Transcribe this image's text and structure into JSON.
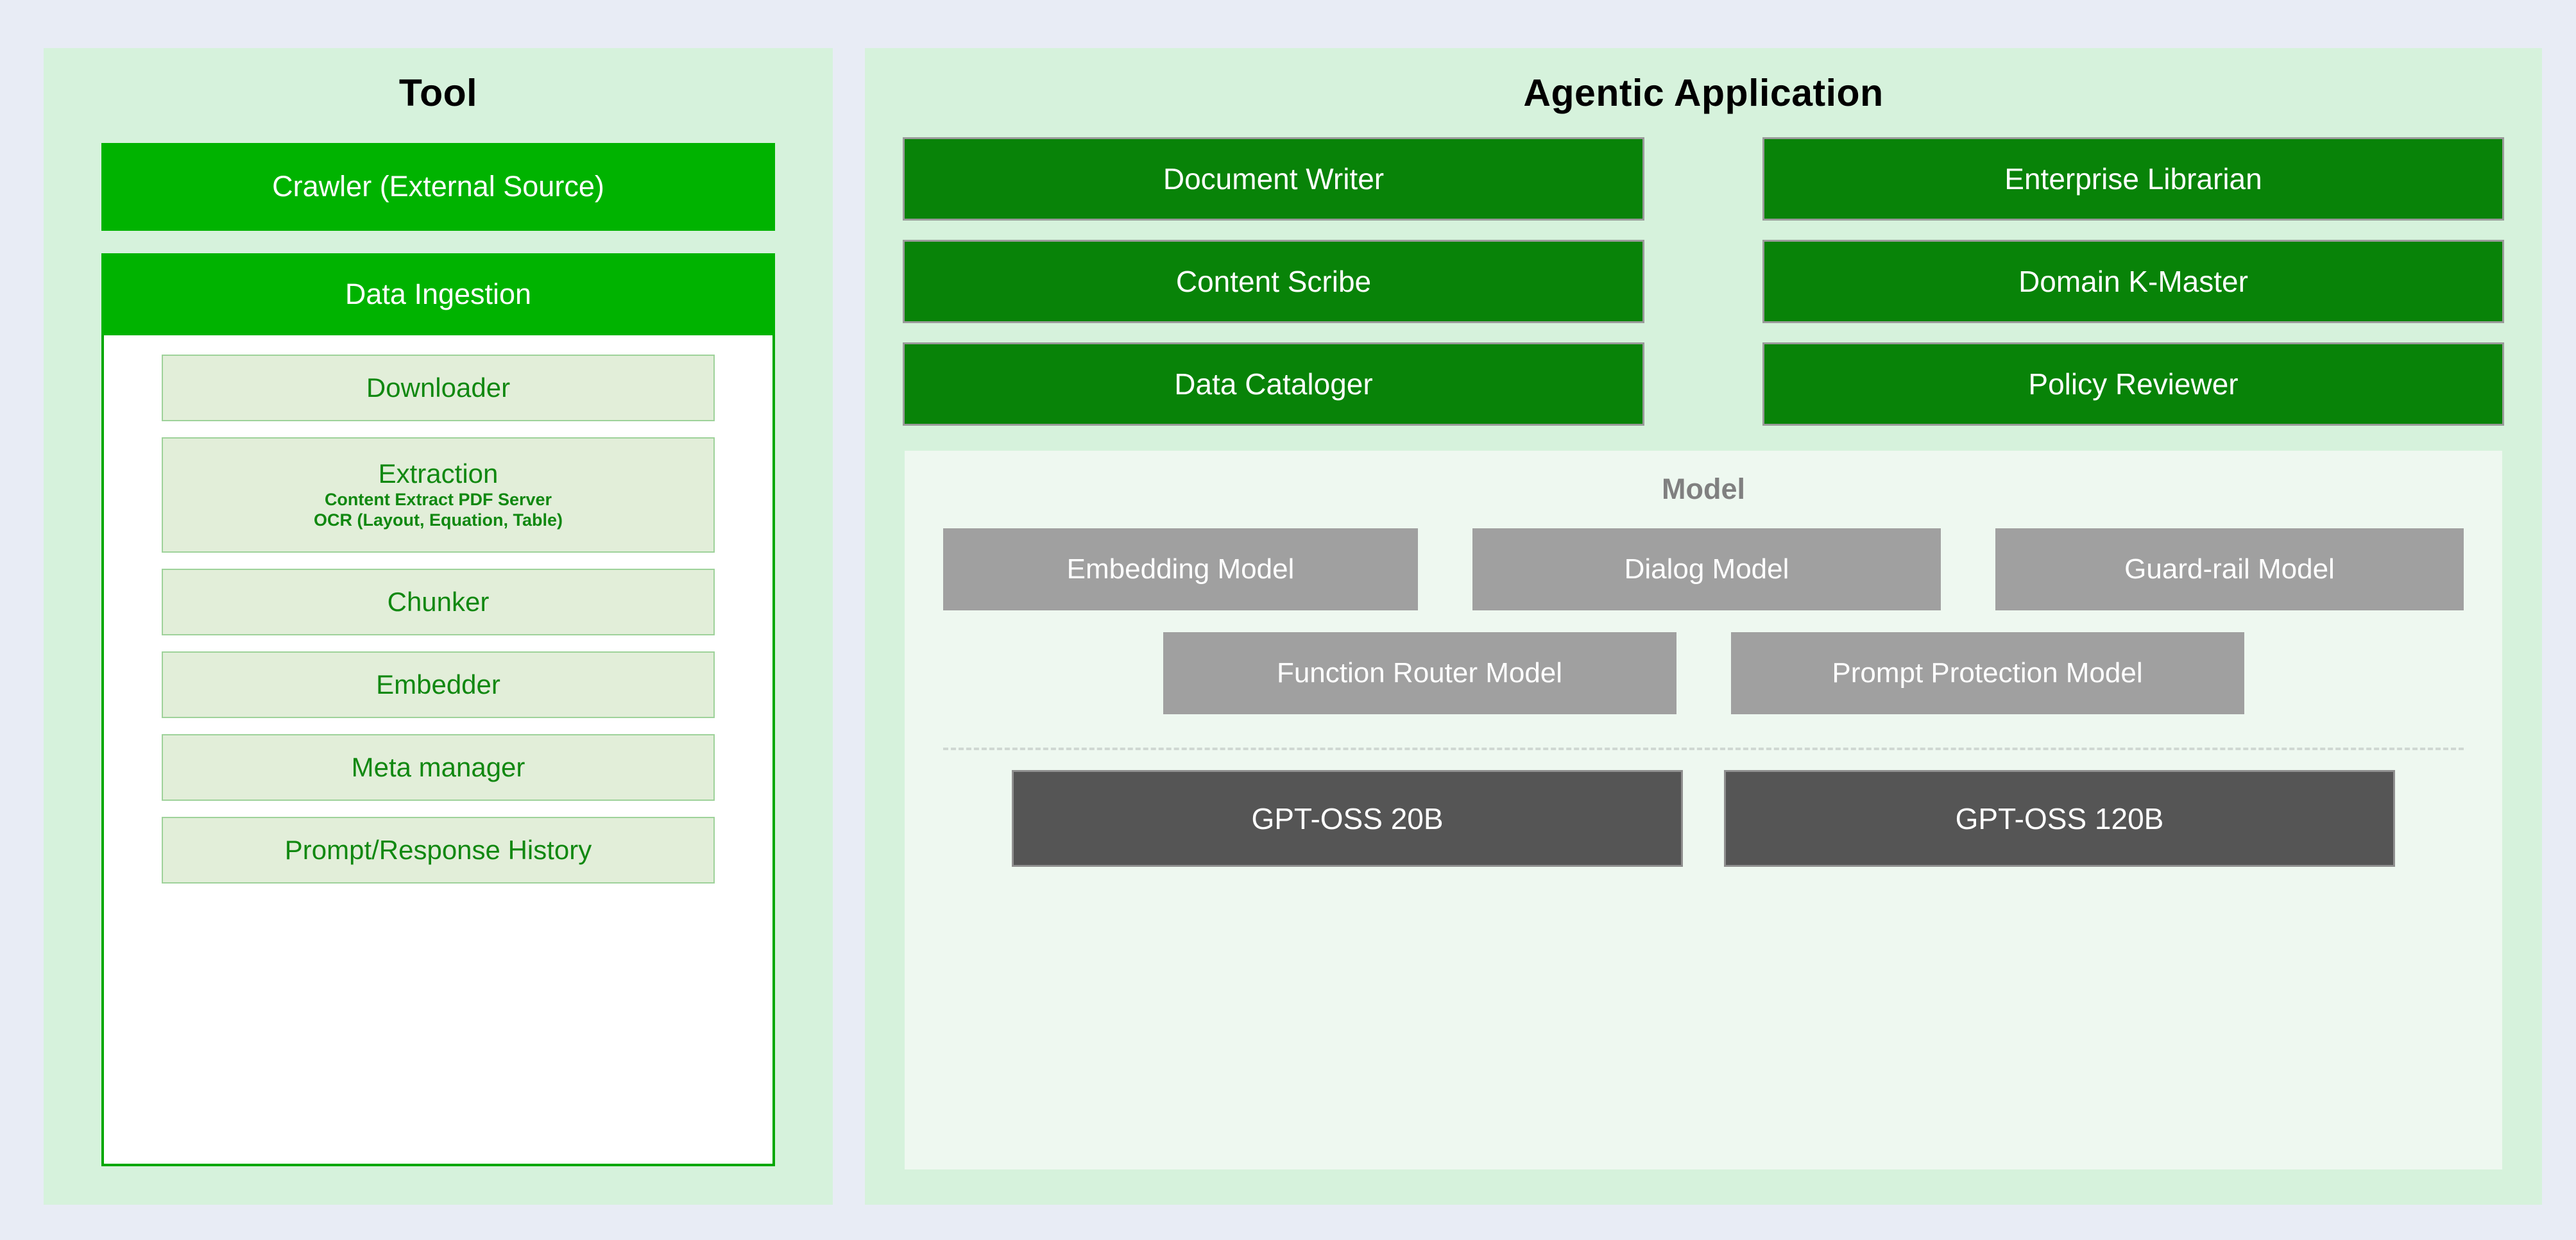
{
  "page": {
    "background_color": "#e8ecf5"
  },
  "tool_panel": {
    "title": "Tool",
    "background_color": "#d6f2dc",
    "crawler": {
      "label": "Crawler (External Source)",
      "color": "#00b300"
    },
    "ingestion": {
      "header_label": "Data Ingestion",
      "header_color": "#00b300",
      "body_background": "#ffffff",
      "body_border_color": "#00a800",
      "items": [
        {
          "title": "Downloader",
          "lines": []
        },
        {
          "title": "Extraction",
          "lines": [
            "Content Extract PDF Server",
            "OCR (Layout, Equation, Table)"
          ]
        },
        {
          "title": "Chunker",
          "lines": []
        },
        {
          "title": "Embedder",
          "lines": []
        },
        {
          "title": "Meta manager",
          "lines": []
        },
        {
          "title": "Prompt/Response History",
          "lines": []
        }
      ]
    }
  },
  "agentic_panel": {
    "title": "Agentic Application",
    "background_color": "#d6f2dc",
    "agent_color": "#088308",
    "agents": [
      {
        "label": "Document Writer"
      },
      {
        "label": "Enterprise Librarian"
      },
      {
        "label": "Content Scribe"
      },
      {
        "label": "Domain K-Master"
      },
      {
        "label": "Data Cataloger"
      },
      {
        "label": "Policy Reviewer"
      }
    ],
    "model_section": {
      "title": "Model",
      "title_color": "#808080",
      "background_color": "#eef8f0",
      "model_color": "#a0a0a0",
      "row1": [
        {
          "label": "Embedding Model"
        },
        {
          "label": "Dialog Model"
        },
        {
          "label": "Guard-rail Model"
        }
      ],
      "row2": [
        {
          "label": "Function Router Model"
        },
        {
          "label": "Prompt Protection Model"
        }
      ],
      "base_model_color": "#555555",
      "base_models": [
        {
          "label": "GPT-OSS 20B"
        },
        {
          "label": "GPT-OSS 120B"
        }
      ]
    }
  }
}
